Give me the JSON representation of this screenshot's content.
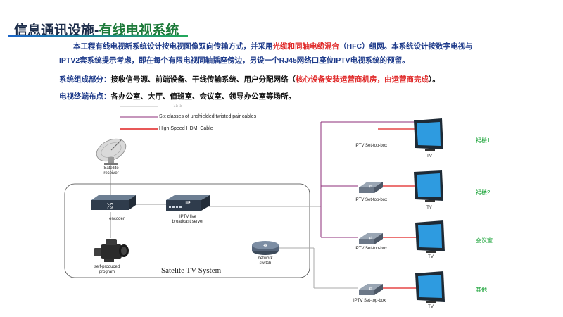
{
  "slide": {
    "title_part1": "信息通讯设施-",
    "title_part2": "有线电视系统",
    "intro": {
      "line1_a": "本工程有线电视新系统设计按电视图像双向传输方式，并采用",
      "line1_highlight": "光缆和同轴电缆混合",
      "line1_b": "（HFC）组网。本系统设计按数字电视与",
      "line2": "IPTV2套系统提示考虑，即在每个有限电视同轴插座傍边，另设一个RJ45网络口座位IPTV电视系统的预留。"
    },
    "composition": {
      "label": "系统组成部分：",
      "text": "接收信号源、前端设备、干线传输系统、用户分配网络（",
      "highlight": "核心设备安装运营商机房，由运营商完成",
      "end": "）。"
    },
    "layout_points": {
      "label": "电视终端布点：",
      "text": "各办公室、大厅、值班室、会议室、领导办公室等场所。"
    }
  },
  "legend": {
    "items": [
      {
        "label": "75-5",
        "color": "#bdbdbd"
      },
      {
        "label": "Six classes of unshielded twisted pair cables",
        "color": "#8e2d78"
      },
      {
        "label": "High Speed HDMI Cable",
        "color": "#e02020"
      }
    ]
  },
  "diagram": {
    "system_name": "Satelite TV System",
    "devices": {
      "satellite": "Satellite receiver",
      "encoder": "encoder",
      "iptv_server": "IPTV live broadcast server",
      "camera": "self-produced program",
      "network_switch": "network switch"
    },
    "stb_label": "IPTV Set-top-box",
    "tv_label": "TV",
    "rooms": [
      "裙楼1",
      "裙楼2",
      "会议室",
      "其他"
    ]
  }
}
